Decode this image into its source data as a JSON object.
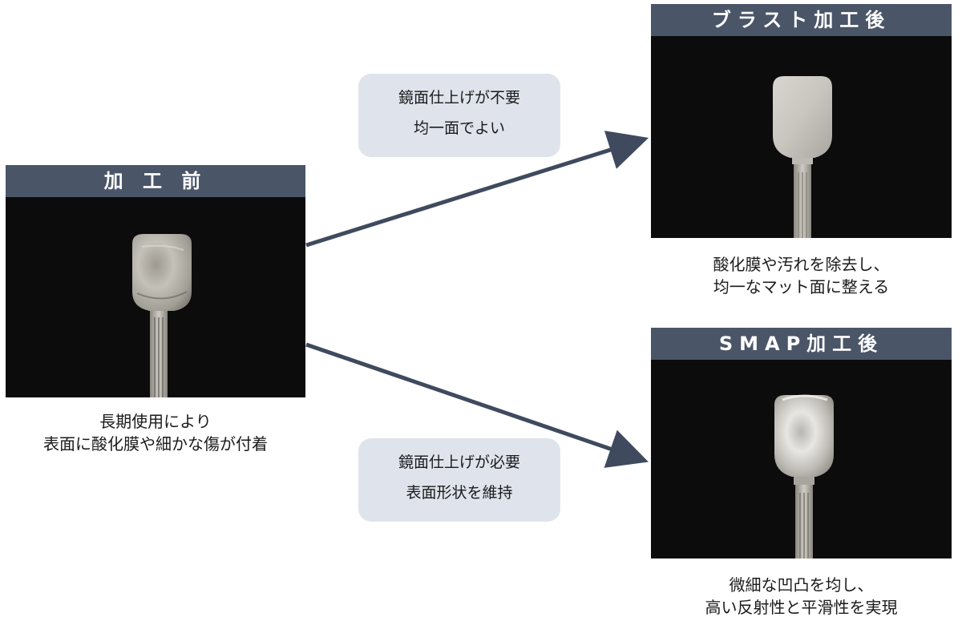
{
  "panels": {
    "before": {
      "title": "加 工 前",
      "caption_line1": "長期使用により",
      "caption_line2": "表面に酸化膜や細かな傷が付着"
    },
    "blast": {
      "title": "ブラスト加工後",
      "caption_line1": "酸化膜や汚れを除去し、",
      "caption_line2": "均一なマット面に整える"
    },
    "smap": {
      "title": "SMAP加工後",
      "caption_line1": "微細な凹凸を均し、",
      "caption_line2": "高い反射性と平滑性を実現"
    }
  },
  "notes": {
    "top": {
      "line1": "鏡面仕上げが不要",
      "line2": "均一面でよい"
    },
    "bottom": {
      "line1": "鏡面仕上げが必要",
      "line2": "表面形状を維持"
    }
  },
  "colors": {
    "header_bg": "#4a5568",
    "arrow": "#3f4a5e",
    "note_bg": "#dfe4ec",
    "photo_bg": "#0c0c0c"
  }
}
